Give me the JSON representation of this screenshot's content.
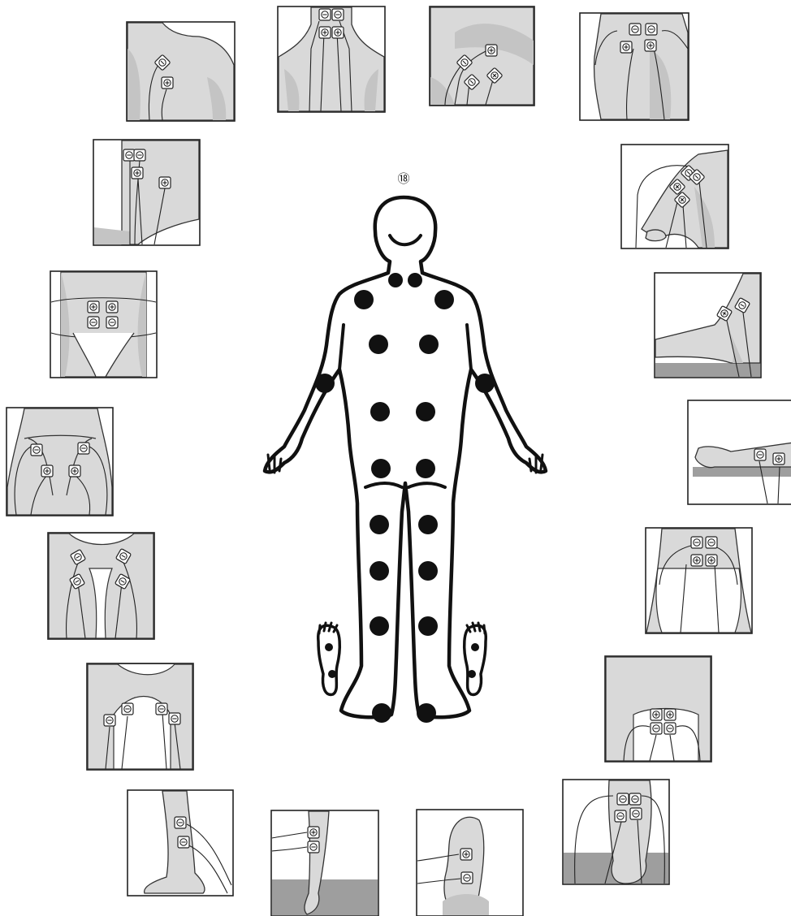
{
  "figure": {
    "point_label": "⑱"
  },
  "pad_symbols": {
    "plus": "⊕",
    "minus": "⊖"
  },
  "colors": {
    "skin": "#d9d9d9",
    "skin_shadow": "#c4c4c4",
    "floor": "#9e9e9e",
    "outline": "#111111",
    "dot": "#111111"
  },
  "panels": [
    {
      "id": "shoulder-front",
      "pads": [
        "minus",
        "plus"
      ]
    },
    {
      "id": "neck-back",
      "pads": [
        "minus",
        "minus",
        "plus",
        "plus"
      ]
    },
    {
      "id": "chest",
      "pads": [
        "plus",
        "minus",
        "minus",
        "plus"
      ]
    },
    {
      "id": "hip-side",
      "pads": [
        "minus",
        "minus",
        "plus",
        "plus"
      ]
    },
    {
      "id": "shoulder-back",
      "pads": [
        "minus",
        "minus",
        "plus",
        "plus"
      ]
    },
    {
      "id": "upper-arm",
      "pads": [
        "minus",
        "minus",
        "plus",
        "plus"
      ]
    },
    {
      "id": "abdomen",
      "pads": [
        "plus",
        "plus",
        "minus",
        "minus"
      ]
    },
    {
      "id": "elbow",
      "pads": [
        "plus",
        "minus"
      ]
    },
    {
      "id": "buttocks",
      "pads": [
        "minus",
        "minus",
        "plus",
        "plus"
      ]
    },
    {
      "id": "forearm",
      "pads": [
        "minus",
        "plus"
      ]
    },
    {
      "id": "inner-thigh",
      "pads": [
        "minus",
        "minus",
        "minus",
        "minus"
      ]
    },
    {
      "id": "upper-back",
      "pads": [
        "minus",
        "minus",
        "plus",
        "plus"
      ]
    },
    {
      "id": "thigh-back",
      "pads": [
        "minus",
        "minus",
        "minus",
        "minus"
      ]
    },
    {
      "id": "lower-back",
      "pads": [
        "plus",
        "plus",
        "minus",
        "minus"
      ]
    },
    {
      "id": "shin-side",
      "pads": [
        "minus",
        "minus"
      ]
    },
    {
      "id": "shin-front",
      "pads": [
        "plus",
        "minus"
      ]
    },
    {
      "id": "sole",
      "pads": [
        "plus",
        "minus"
      ]
    },
    {
      "id": "calf",
      "pads": [
        "minus",
        "minus",
        "minus",
        "minus"
      ]
    }
  ]
}
